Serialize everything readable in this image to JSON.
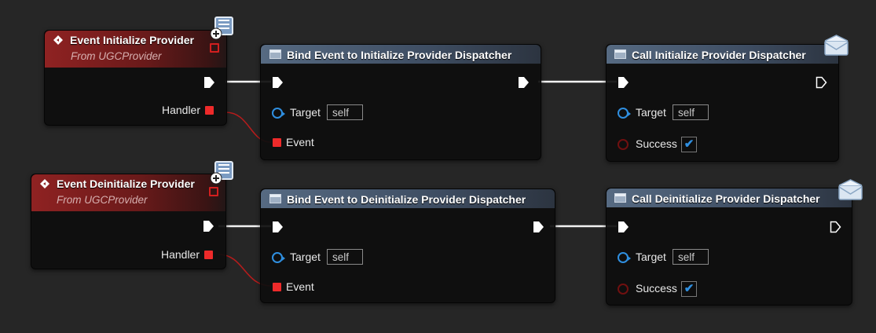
{
  "event_nodes": [
    {
      "title": "Event Initialize Provider",
      "subtitle": "From UGCProvider",
      "handler_label": "Handler"
    },
    {
      "title": "Event Deinitialize Provider",
      "subtitle": "From UGCProvider",
      "handler_label": "Handler"
    }
  ],
  "bind_nodes": [
    {
      "title": "Bind Event to Initialize Provider Dispatcher",
      "target_label": "Target",
      "target_value": "self",
      "event_label": "Event"
    },
    {
      "title": "Bind Event to Deinitialize Provider Dispatcher",
      "target_label": "Target",
      "target_value": "self",
      "event_label": "Event"
    }
  ],
  "call_nodes": [
    {
      "title": "Call Initialize Provider Dispatcher",
      "target_label": "Target",
      "target_value": "self",
      "success_label": "Success",
      "success_checked": true
    },
    {
      "title": "Call Deinitialize Provider Dispatcher",
      "target_label": "Target",
      "target_value": "self",
      "success_label": "Success",
      "success_checked": true
    }
  ],
  "icons": {
    "event": "event-diamond-icon",
    "function": "function-icon",
    "replicated": "replicated-server-icon",
    "message": "message-envelope-icon",
    "check": "checkmark-icon"
  },
  "colors": {
    "exec_wire": "#ffffff",
    "delegate_wire": "#c92020",
    "event_header": "#8f2222",
    "function_header": "#566a82",
    "object_pin": "#2f8fe0",
    "delegate_pin": "#ee2a2a"
  }
}
